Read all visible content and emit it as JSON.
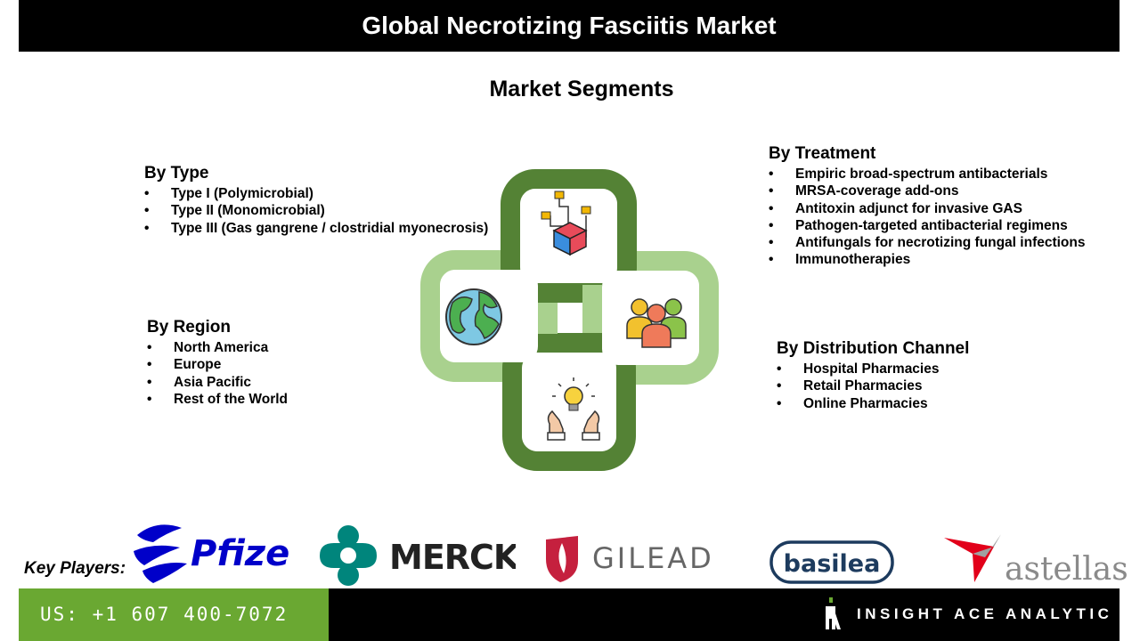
{
  "header": {
    "title": "Global Necrotizing Fasciitis Market"
  },
  "subtitle": "Market Segments",
  "segments": {
    "type": {
      "heading": "By Type",
      "items": [
        "Type I (Polymicrobial)",
        "Type II (Monomicrobial)",
        "Type III (Gas gangrene / clostridial myonecrosis)"
      ]
    },
    "region": {
      "heading": "By Region",
      "items": [
        "North America",
        "Europe",
        "Asia Pacific",
        "Rest of the World"
      ]
    },
    "treatment": {
      "heading": "By Treatment",
      "items": [
        "Empiric broad-spectrum antibacterials",
        "MRSA-coverage add-ons",
        "Antitoxin adjunct for invasive GAS",
        "Pathogen-targeted antibacterial regimens",
        "Antifungals for necrotizing fungal infections",
        "Immunotherapies"
      ]
    },
    "distribution": {
      "heading": "By Distribution Channel",
      "items": [
        "Hospital Pharmacies",
        "Retail Pharmacies",
        "Online Pharmacies"
      ]
    }
  },
  "bullet": "•",
  "diagram": {
    "icons": [
      "data-cube-icon",
      "globe-icon",
      "people-group-icon",
      "lightbulb-hands-icon"
    ],
    "colors": {
      "dark_green": "#548235",
      "light_green": "#a9d18e"
    }
  },
  "key_players": {
    "label": "Key Players:",
    "logos": [
      {
        "name": "Pfizer",
        "color": "#0000c9"
      },
      {
        "name": "MERCK",
        "color": "#00857c"
      },
      {
        "name": "GILEAD",
        "color": "#c5203e"
      },
      {
        "name": "basilea",
        "color": "#1d3b5e"
      },
      {
        "name": "astellas",
        "color": "#e2001a"
      }
    ]
  },
  "footer": {
    "phone": "US: +1 607 400-7072",
    "brand": "INSIGHT ACE ANALYTIC",
    "colors": {
      "phone_bg": "#6aa832",
      "brand_bg": "#000000"
    }
  }
}
